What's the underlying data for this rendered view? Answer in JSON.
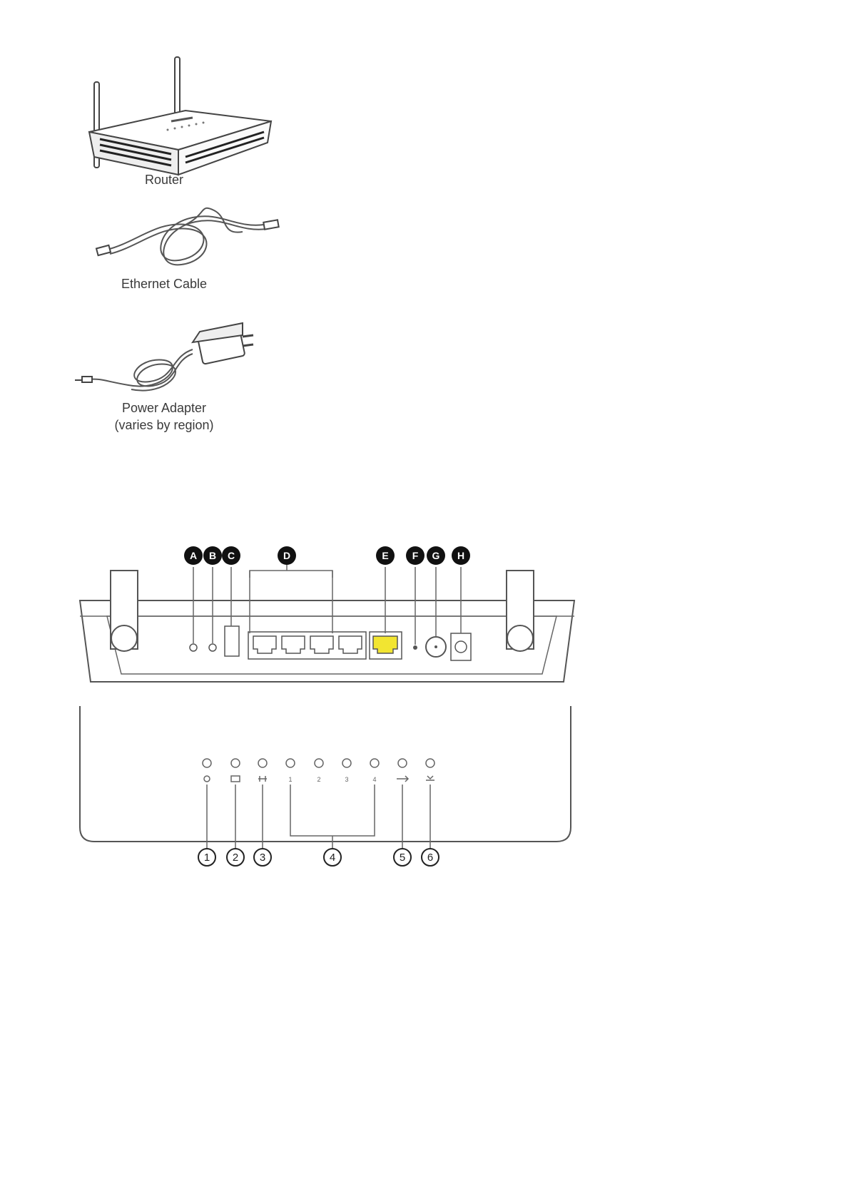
{
  "package_contents": [
    {
      "name": "router",
      "label": "Router"
    },
    {
      "name": "ethernet-cable",
      "label": "Ethernet Cable"
    },
    {
      "name": "power-adapter",
      "label": "Power Adapter",
      "note": "(varies by region)"
    }
  ],
  "rear_panel": {
    "callouts": [
      "A",
      "B",
      "C",
      "D",
      "E",
      "F",
      "G",
      "H"
    ],
    "highlight_color": "#f2e531"
  },
  "front_panel": {
    "led_labels": [
      "1",
      "2",
      "3",
      "4"
    ],
    "callouts": [
      "1",
      "2",
      "3",
      "4",
      "5",
      "6"
    ]
  }
}
